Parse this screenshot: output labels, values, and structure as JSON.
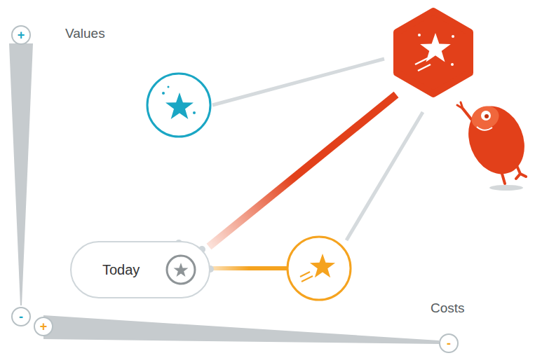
{
  "diagram": {
    "nodes": [
      {
        "text": [
          "+"
        ]
      },
      {
        "text": [
          "Today"
        ]
      },
      {
        "text": [
          "-"
        ]
      },
      {
        "text": [
          "+"
        ]
      },
      {
        "text": [
          "-"
        ]
      }
    ],
    "labels": [
      "Values",
      "Costs"
    ]
  }
}
